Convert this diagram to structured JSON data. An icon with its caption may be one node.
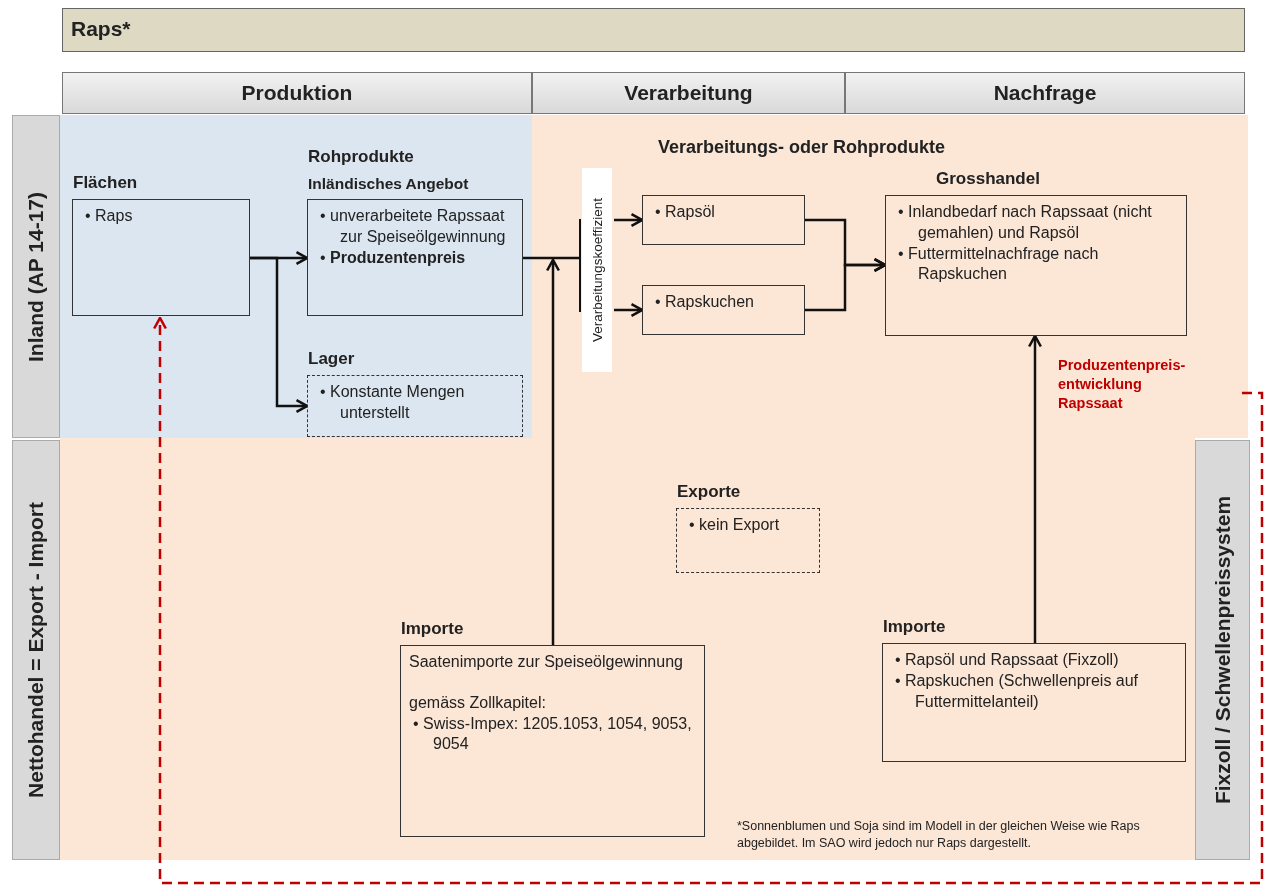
{
  "diagram": {
    "nodes": [
      {
        "text": [
          "Raps*"
        ]
      },
      {
        "text": [
          "Produktion"
        ]
      },
      {
        "text": [
          "Verarbeitung"
        ]
      },
      {
        "text": [
          "Nachfrage"
        ]
      },
      {
        "text": [
          "Inland (AP 14-17)"
        ]
      },
      {
        "text": [
          "Nettohandel = Export - Import"
        ]
      },
      {
        "text": [
          "Fixzoll / Schwellenpreissystem"
        ]
      },
      {
        "text": [
          "Flächen",
          "• Raps"
        ]
      },
      {
        "text": [
          "Rohprodukte",
          "Inländisches Angebot",
          "• unverarbeitete Rapssaat zur Speiseölgewinnung",
          "• **Produzentenpreis**"
        ]
      },
      {
        "text": [
          "Lager",
          "• Konstante Mengen unterstellt"
        ]
      },
      {
        "text": [
          "Verarbeitungskoeffizient"
        ]
      },
      {
        "text": [
          "• Rapsöl"
        ]
      },
      {
        "text": [
          "• Rapskuchen"
        ]
      },
      {
        "text": [
          "Grosshandel",
          "• Inlandbedarf nach Rapssaat (nicht gemahlen) und Rapsöl",
          "• Futtermittelnachfrage nach Rapskuchen"
        ]
      },
      {
        "text": [
          "Exporte",
          "• kein Export"
        ]
      },
      {
        "text": [
          "Importe",
          "Saatenimporte zur Speiseölgewinnung",
          "gemäss Zollkapitel:",
          "• Swiss-Impex: 1205.1053, 1054, 9053, 9054"
        ]
      },
      {
        "text": [
          "Importe",
          "• Rapsöl und Rapssaat (Fixzoll)",
          "• Rapskuchen (Schwellenpreis auf Futtermittelanteil)"
        ]
      },
      {
        "text": [
          "Produzentenpreis- entwicklung Rapssaat"
        ]
      }
    ],
    "edges": [
      {
        "from": 7,
        "to": 8,
        "arrow": "to"
      },
      {
        "from": 7,
        "to": 9,
        "arrow": "to"
      },
      {
        "from": 8,
        "to": 10,
        "arrow": "none"
      },
      {
        "from": 15,
        "to": 10,
        "arrow": "to"
      },
      {
        "from": 10,
        "to": 11,
        "arrow": "to"
      },
      {
        "from": 10,
        "to": 12,
        "arrow": "to"
      },
      {
        "from": 11,
        "to": 13,
        "arrow": "to"
      },
      {
        "from": 12,
        "to": 13,
        "arrow": "to"
      },
      {
        "from": 16,
        "to": 13,
        "arrow": "to"
      },
      {
        "from": 17,
        "to": 7,
        "arrow": "to",
        "style": "dashed",
        "color": "#c00000"
      }
    ],
    "labels": [
      "Verarbeitungs- oder Rohprodukte",
      "*Sonnenblumen und Soja sind im Modell in der gleichen Weise wie Raps abgebildet. Im SAO wird jedoch nur Raps dargestellt."
    ]
  }
}
